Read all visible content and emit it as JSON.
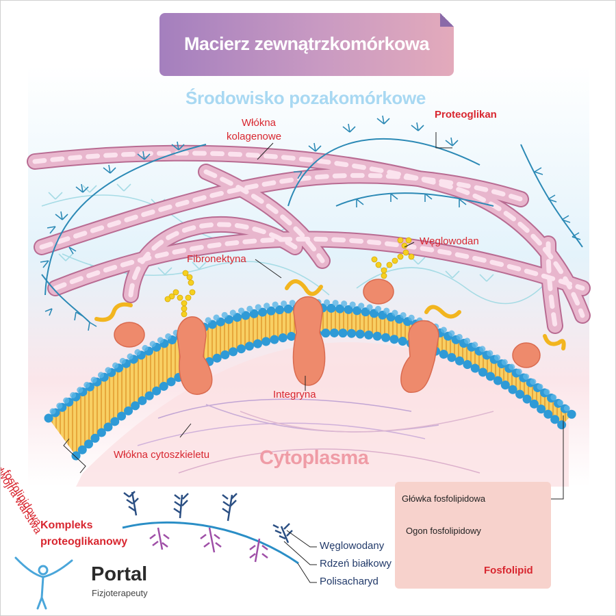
{
  "title": "Macierz zewnątrzkomórkowa",
  "environment_label": "Środowisko pozakomórkowe",
  "cytoplasm_label": "Cytoplasma",
  "labels": {
    "proteoglycan": "Proteoglikan",
    "collagen_fibers_line1": "Włókna",
    "collagen_fibers_line2": "kolagenowe",
    "carbohydrate": "Węglowodan",
    "fibronectin": "Fibronektyna",
    "integrin": "Integryna",
    "cytoskeleton_fibers": "Włókna cytoszkieletu",
    "bilayer_line1": "Podwójna warstwa",
    "bilayer_line2": "fosfolipidowa",
    "complex_line1": "Kompleks",
    "complex_line2": "proteoglikanowy"
  },
  "complex_legend": [
    "Węglowodany",
    "Rdzeń białkowy",
    "Polisacharyd"
  ],
  "phospholipid_legend": {
    "head": "Główka fosfolipidowa",
    "tail": "Ogon fosfolipidowy",
    "title": "Fosfolipid"
  },
  "logo": {
    "name": "Portal",
    "subtitle": "Fizjoterapeuty"
  },
  "colors": {
    "label_red": "#d8262f",
    "membrane_head_blue": "#2f9ad6",
    "membrane_tail_yellow": "#f4b63c",
    "protein_salmon": "#ee8a6c",
    "collagen_pink": "#dca0c0",
    "fibronectin_yellow": "#f2b51f",
    "proteoglycan_teal": "#2b89b5",
    "carbohydrate_yellow": "#f5d020"
  },
  "icons": [
    "phospholipid-icon",
    "portal-logo-figure-icon"
  ]
}
